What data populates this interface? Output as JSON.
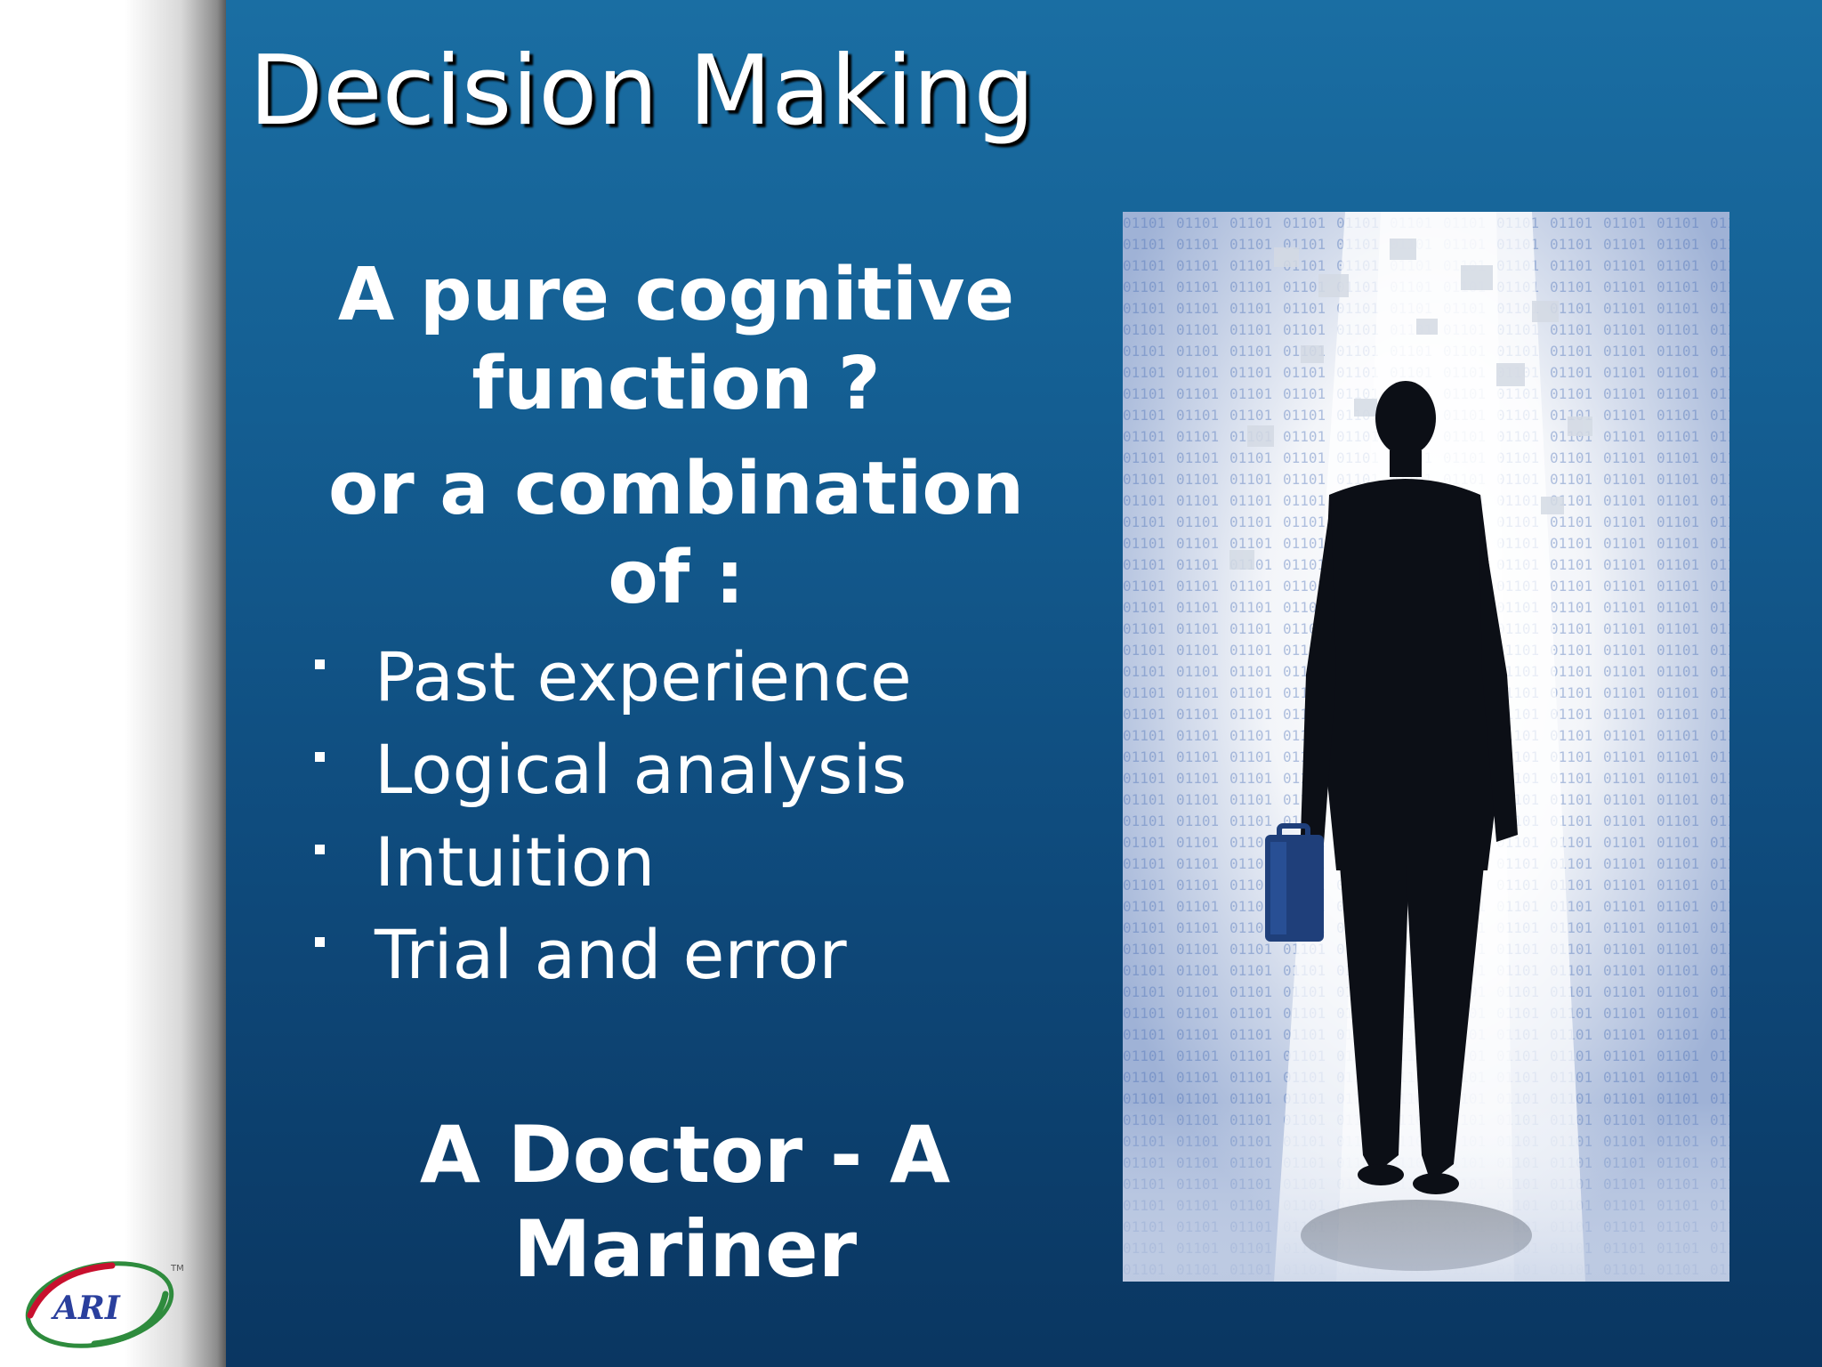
{
  "slide": {
    "title": "Decision Making",
    "heading_1": "A pure cognitive function ?",
    "heading_2": "or a combination of :",
    "bullets": [
      "Past experience",
      "Logical analysis",
      "Intuition",
      "Trial and error"
    ],
    "closing": "A Doctor  - A\n Mariner"
  },
  "logo": {
    "text": "ARI",
    "trademark": "TM"
  },
  "colors": {
    "panel_top": "#1a6ea3",
    "panel_bottom": "#0a3661",
    "text": "#ffffff",
    "logo_red": "#c8102e",
    "logo_green": "#2e8b3d",
    "logo_blue": "#2a3f9d"
  },
  "image": {
    "icon": "businessman-walking-through-binary-code-photo"
  }
}
